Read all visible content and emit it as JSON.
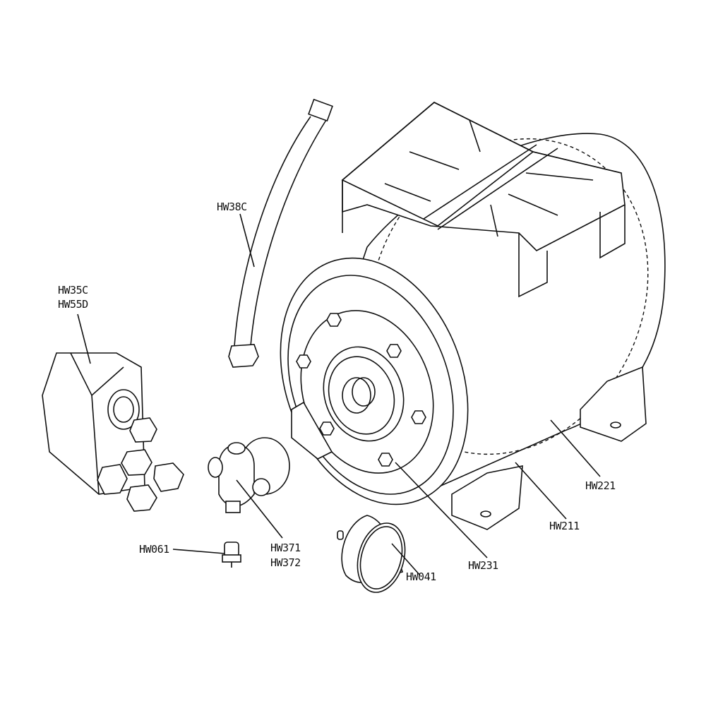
{
  "diagram": {
    "type": "exploded parts diagram",
    "labels": {
      "hose": "HW38C",
      "pressure_switch_a": "HW35C",
      "pressure_switch_b": "HW55D",
      "fitting_small": "HW061",
      "five_way_a": "HW371",
      "five_way_b": "HW372",
      "gauge": "HW041",
      "flange": "HW231",
      "tank": "HW211",
      "membrane": "HW221"
    }
  }
}
